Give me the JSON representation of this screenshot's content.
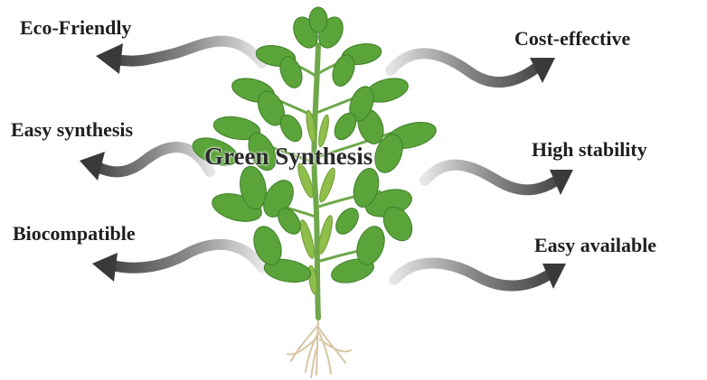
{
  "center_label": "Green Synthesis",
  "benefits_left": [
    "Eco-Friendly",
    "Easy synthesis",
    "Biocompatible"
  ],
  "benefits_right": [
    "Cost-effective",
    "High stability",
    "Easy available"
  ],
  "colors": {
    "arrow_dark": "#3a3a3a",
    "arrow_fade": "#dcdcdc",
    "leaf": "#5aa43a",
    "leaf_dark": "#3f7f28",
    "stem": "#6ea84a",
    "root": "#d8c6a4",
    "text": "#1f1f1f"
  }
}
